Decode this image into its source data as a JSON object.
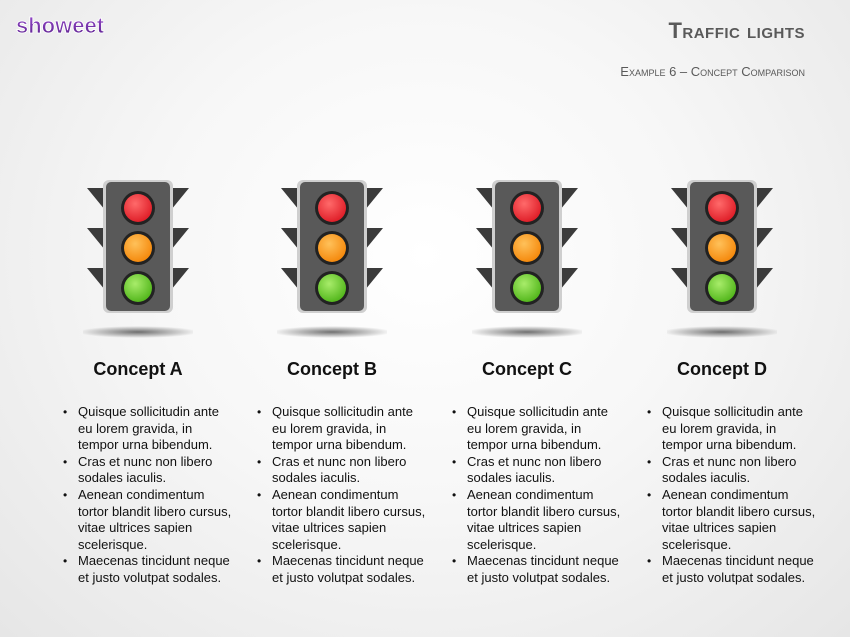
{
  "logo": {
    "text": "showeet",
    "brand_color": "#7030a0"
  },
  "header": {
    "title": "Traffic lights",
    "subtitle": "Example 6 – Concept Comparison"
  },
  "colors": {
    "light_red": "#e0202a",
    "light_orange": "#f58a0e",
    "light_green": "#55b81e",
    "housing": "#595959",
    "brackets": "#3b3b3b"
  },
  "concepts": [
    {
      "name": "Concept A",
      "bullets": [
        "Quisque sollicitudin ante eu lorem gravida, in tempor urna bibendum.",
        "Cras et nunc non libero sodales iaculis.",
        "Aenean condimentum tortor blandit libero cursus, vitae ultrices sapien scelerisque.",
        "Maecenas tincidunt neque et justo volutpat sodales."
      ]
    },
    {
      "name": "Concept B",
      "bullets": [
        "Quisque sollicitudin ante eu lorem gravida, in tempor urna bibendum.",
        "Cras et nunc non libero sodales iaculis.",
        "Aenean condimentum tortor blandit libero cursus, vitae ultrices sapien scelerisque.",
        "Maecenas tincidunt neque et justo volutpat sodales."
      ]
    },
    {
      "name": "Concept C",
      "bullets": [
        "Quisque sollicitudin ante eu lorem gravida, in tempor urna bibendum.",
        "Cras et nunc non libero sodales iaculis.",
        "Aenean condimentum tortor blandit libero cursus, vitae ultrices sapien scelerisque.",
        "Maecenas tincidunt neque et justo volutpat sodales."
      ]
    },
    {
      "name": "Concept D",
      "bullets": [
        "Quisque sollicitudin ante eu lorem gravida, in tempor urna bibendum.",
        "Cras et nunc non libero sodales iaculis.",
        "Aenean condimentum tortor blandit libero cursus, vitae ultrices sapien scelerisque.",
        "Maecenas tincidunt neque et justo volutpat sodales."
      ]
    }
  ]
}
